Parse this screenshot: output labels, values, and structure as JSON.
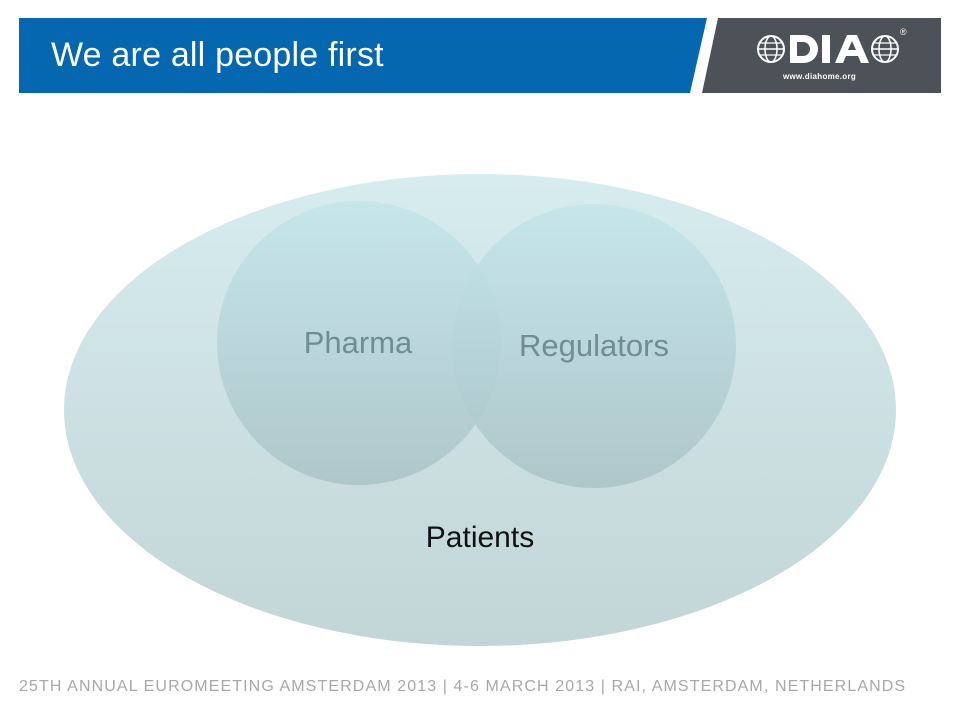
{
  "header": {
    "title": "We are all people first",
    "logo": {
      "name": "DIA",
      "registered": "®",
      "url": "www.diahome.org"
    },
    "colors": {
      "title_band": "#0467b0",
      "logo_band": "#4d5258"
    }
  },
  "diagram": {
    "outer": {
      "label": "Patients"
    },
    "circles": [
      {
        "label": "Pharma"
      },
      {
        "label": "Regulators"
      }
    ],
    "colors": {
      "outer_fill_top": "#d6ecef",
      "outer_fill_bottom": "#c2d5d7",
      "circle_fill_top": "#c4e5ea",
      "circle_fill_bottom": "#a9c3c6"
    }
  },
  "footer": {
    "text": "25TH ANNUAL EUROMEETING AMSTERDAM 2013 | 4-6 MARCH 2013 | RAI, AMSTERDAM, NETHERLANDS"
  }
}
